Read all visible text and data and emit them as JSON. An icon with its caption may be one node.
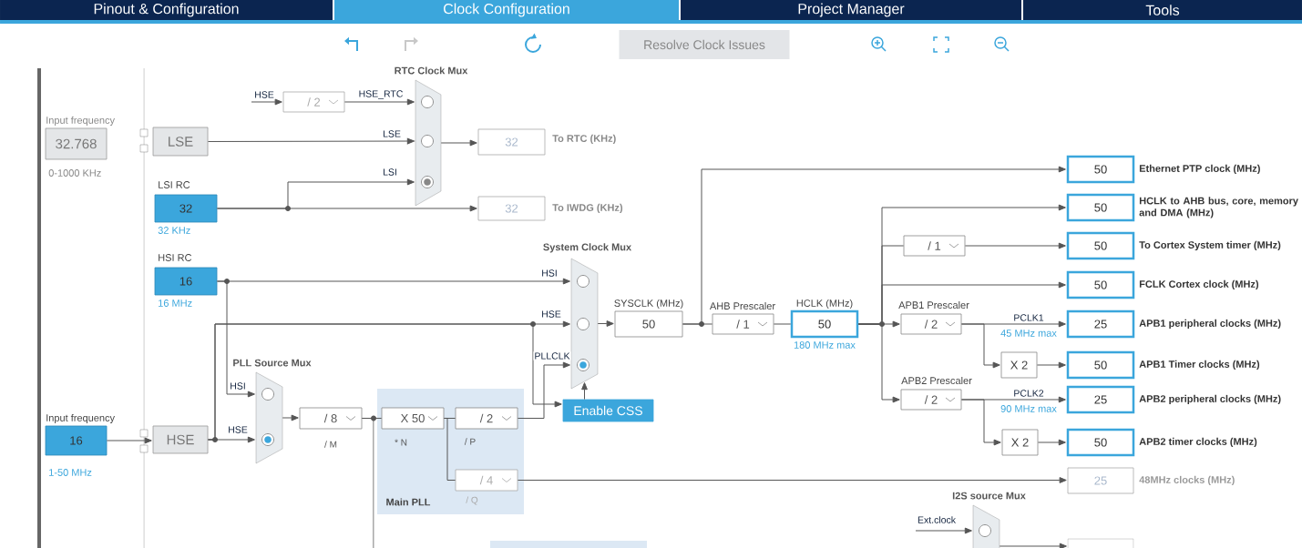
{
  "diagram": {
    "nodes": [
      {
        "text": [
          "32.768"
        ],
        "beside": [
          "Input frequency",
          "0-1000 KHz"
        ]
      },
      {
        "text": [
          "LSE"
        ]
      },
      {
        "text": [
          "16"
        ],
        "beside": [
          "Input frequency",
          "1-50 MHz"
        ]
      },
      {
        "text": [
          "HSE"
        ]
      },
      {
        "text": [
          "32"
        ],
        "beside": [
          "LSI RC",
          "32 KHz"
        ]
      },
      {
        "text": [
          "16"
        ],
        "beside": [
          "HSI RC",
          "16 MHz"
        ]
      },
      {
        "text": [
          "/ 2"
        ]
      },
      {
        "text": [
          "RTC Clock Mux"
        ]
      },
      {
        "text": [
          "32"
        ],
        "beside": [
          "To RTC (KHz)"
        ]
      },
      {
        "text": [
          "32"
        ],
        "beside": [
          "To IWDG (KHz)"
        ]
      },
      {
        "text": [
          "System Clock Mux"
        ]
      },
      {
        "text": [
          "PLL Source Mux"
        ]
      },
      {
        "text": [
          "/ 8"
        ],
        "beside": [
          "/ M"
        ]
      },
      {
        "text": [
          "Main PLL"
        ]
      },
      {
        "text": [
          "X 50"
        ],
        "beside": [
          "* N"
        ],
        "in": 13
      },
      {
        "text": [
          "/ 2"
        ],
        "beside": [
          "/ P"
        ],
        "in": 13
      },
      {
        "text": [
          "/ 4"
        ],
        "beside": [
          "/ Q"
        ],
        "in": 13
      },
      {
        "text": [
          "Enable CSS"
        ]
      },
      {
        "text": [
          "50"
        ],
        "beside": [
          "SYSCLK (MHz)"
        ]
      },
      {
        "text": [
          "/ 1"
        ],
        "beside": [
          "AHB Prescaler"
        ]
      },
      {
        "text": [
          "50"
        ],
        "beside": [
          "HCLK (MHz)",
          "180 MHz max"
        ]
      },
      {
        "text": [
          "/ 1"
        ]
      },
      {
        "text": [
          "/ 2"
        ],
        "beside": [
          "APB1 Prescaler"
        ]
      },
      {
        "text": [
          "/ 2"
        ],
        "beside": [
          "APB2 Prescaler"
        ]
      },
      {
        "text": [
          "X 2"
        ]
      },
      {
        "text": [
          "X 2"
        ]
      },
      {
        "text": [
          "50"
        ],
        "beside": [
          "Ethernet PTP clock (MHz)"
        ]
      },
      {
        "text": [
          "50"
        ],
        "beside": [
          "HCLK to AHB bus, core, memory and DMA (MHz)"
        ]
      },
      {
        "text": [
          "50"
        ],
        "beside": [
          "To Cortex System timer (MHz)"
        ]
      },
      {
        "text": [
          "50"
        ],
        "beside": [
          "FCLK Cortex clock (MHz)"
        ]
      },
      {
        "text": [
          "25"
        ],
        "beside": [
          "APB1 peripheral clocks (MHz)"
        ]
      },
      {
        "text": [
          "50"
        ],
        "beside": [
          "APB1 Timer clocks (MHz)"
        ]
      },
      {
        "text": [
          "25"
        ],
        "beside": [
          "APB2 peripheral clocks (MHz)"
        ]
      },
      {
        "text": [
          "50"
        ],
        "beside": [
          "APB2 timer clocks (MHz)"
        ]
      },
      {
        "text": [
          "25"
        ],
        "beside": [
          "48MHz clocks (MHz)"
        ]
      },
      {
        "text": [
          "I2S source Mux"
        ]
      },
      {
        "text": [],
        "shape": "box"
      },
      {
        "text": [],
        "shape": "box"
      }
    ],
    "edges": [
      {
        "from": null,
        "to": 6,
        "arrow": "to",
        "label": "HSE"
      },
      {
        "from": 6,
        "to": 7,
        "arrow": "to",
        "label": "HSE_RTC"
      },
      {
        "from": 1,
        "to": 7,
        "arrow": "to",
        "label": "LSE"
      },
      {
        "from": 4,
        "to": 7,
        "arrow": "to",
        "label": "LSI"
      },
      {
        "from": 4,
        "to": 9,
        "arrow": "to"
      },
      {
        "from": 7,
        "to": 8,
        "arrow": "to"
      },
      {
        "from": 2,
        "to": 3,
        "arrow": "to"
      },
      {
        "from": 5,
        "to": 10,
        "arrow": "to",
        "label": "HSI"
      },
      {
        "from": 3,
        "to": 10,
        "arrow": "to",
        "label": "HSE"
      },
      {
        "from": 5,
        "to": 11,
        "arrow": "to",
        "label": "HSI"
      },
      {
        "from": 3,
        "to": 11,
        "arrow": "to",
        "label": "HSE"
      },
      {
        "from": 11,
        "to": 12,
        "arrow": "to"
      },
      {
        "from": 12,
        "to": 14,
        "arrow": "none"
      },
      {
        "from": 14,
        "to": 15,
        "arrow": "none"
      },
      {
        "from": 14,
        "to": 16,
        "arrow": "none"
      },
      {
        "from": 15,
        "to": 10,
        "arrow": "to",
        "label": "PLLCLK"
      },
      {
        "from": 3,
        "to": 17,
        "arrow": "to"
      },
      {
        "from": 17,
        "to": 10,
        "arrow": "to"
      },
      {
        "from": 10,
        "to": 18,
        "arrow": "to"
      },
      {
        "from": 18,
        "to": 19,
        "arrow": "none"
      },
      {
        "from": 18,
        "to": 26,
        "arrow": "to"
      },
      {
        "from": 19,
        "to": 20,
        "arrow": "none"
      },
      {
        "from": 20,
        "to": 27,
        "arrow": "to"
      },
      {
        "from": 20,
        "to": 21,
        "arrow": "none"
      },
      {
        "from": 21,
        "to": 28,
        "arrow": "to"
      },
      {
        "from": 20,
        "to": 29,
        "arrow": "to"
      },
      {
        "from": 20,
        "to": 22,
        "arrow": "to"
      },
      {
        "from": 20,
        "to": 23,
        "arrow": "to"
      },
      {
        "from": 22,
        "to": 30,
        "arrow": "to",
        "label": "PCLK1"
      },
      {
        "from": 22,
        "to": 24,
        "arrow": "to"
      },
      {
        "from": 24,
        "to": 31,
        "arrow": "to"
      },
      {
        "from": 23,
        "to": 32,
        "arrow": "to",
        "label": "PCLK2"
      },
      {
        "from": 23,
        "to": 25,
        "arrow": "to"
      },
      {
        "from": 25,
        "to": 33,
        "arrow": "to"
      },
      {
        "from": 16,
        "to": 34,
        "arrow": "to"
      },
      {
        "from": null,
        "to": 35,
        "arrow": "to",
        "label": "Ext.clock"
      },
      {
        "from": 35,
        "to": 37,
        "arrow": "to"
      },
      {
        "from": 12,
        "to": null,
        "arrow": "none"
      }
    ],
    "labels": [
      "Pinout & Configuration",
      "Clock Configuration",
      "Project Manager",
      "Tools",
      "Resolve Clock Issues",
      "45 MHz max",
      "90 MHz max"
    ]
  }
}
